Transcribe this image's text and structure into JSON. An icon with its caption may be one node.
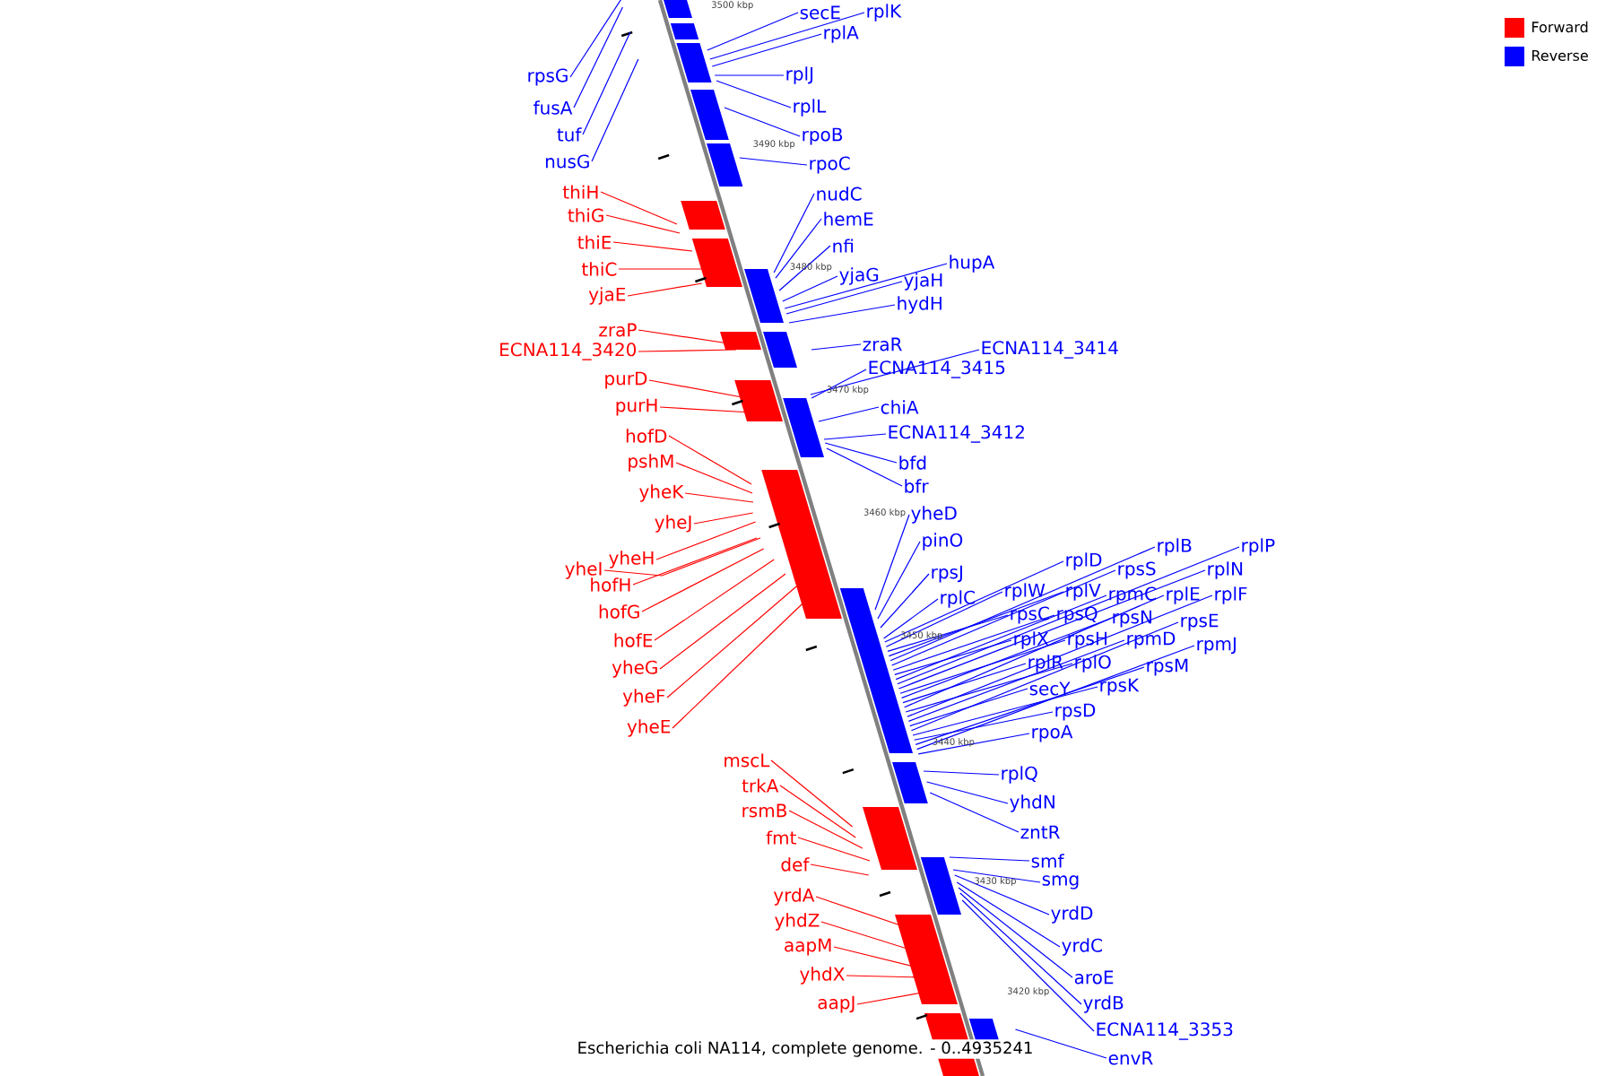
{
  "diagram": {
    "caption": "Escherichia coli NA114, complete genome. - 0..4935241",
    "nodes": [
      {
        "text": [
          "rpsG"
        ]
      },
      {
        "text": [
          "fusA"
        ]
      },
      {
        "text": [
          "tuf"
        ]
      },
      {
        "text": [
          "nusG"
        ]
      },
      {
        "text": [
          "thiH"
        ]
      },
      {
        "text": [
          "thiG"
        ]
      },
      {
        "text": [
          "thiE"
        ]
      },
      {
        "text": [
          "thiC"
        ]
      },
      {
        "text": [
          "yjaE"
        ]
      },
      {
        "text": [
          "zraP"
        ]
      },
      {
        "text": [
          "ECNA114_3420"
        ]
      },
      {
        "text": [
          "purD"
        ]
      },
      {
        "text": [
          "purH"
        ]
      },
      {
        "text": [
          "hofD"
        ]
      },
      {
        "text": [
          "pshM"
        ]
      },
      {
        "text": [
          "yheK"
        ]
      },
      {
        "text": [
          "yheJ"
        ]
      },
      {
        "text": [
          "yheI"
        ]
      },
      {
        "text": [
          "yheH"
        ]
      },
      {
        "text": [
          "hofH"
        ]
      },
      {
        "text": [
          "hofG"
        ]
      },
      {
        "text": [
          "hofE"
        ]
      },
      {
        "text": [
          "yheG"
        ]
      },
      {
        "text": [
          "yheF"
        ]
      },
      {
        "text": [
          "yheE"
        ]
      },
      {
        "text": [
          "mscL"
        ]
      },
      {
        "text": [
          "trkA"
        ]
      },
      {
        "text": [
          "rsmB"
        ]
      },
      {
        "text": [
          "fmt"
        ]
      },
      {
        "text": [
          "def"
        ]
      },
      {
        "text": [
          "yrdA"
        ]
      },
      {
        "text": [
          "yhdZ"
        ]
      },
      {
        "text": [
          "aapM"
        ]
      },
      {
        "text": [
          "yhdX"
        ]
      },
      {
        "text": [
          "aapJ"
        ]
      },
      {
        "text": [
          "secE"
        ]
      },
      {
        "text": [
          "rplK"
        ]
      },
      {
        "text": [
          "rplA"
        ]
      },
      {
        "text": [
          "rplJ"
        ]
      },
      {
        "text": [
          "rplL"
        ]
      },
      {
        "text": [
          "rpoB"
        ]
      },
      {
        "text": [
          "rpoC"
        ]
      },
      {
        "text": [
          "nudC"
        ]
      },
      {
        "text": [
          "hemE"
        ]
      },
      {
        "text": [
          "nfi"
        ]
      },
      {
        "text": [
          "yjaG"
        ]
      },
      {
        "text": [
          "hupA"
        ]
      },
      {
        "text": [
          "yjaH"
        ]
      },
      {
        "text": [
          "hydH"
        ]
      },
      {
        "text": [
          "zraR"
        ]
      },
      {
        "text": [
          "ECNA114_3414"
        ]
      },
      {
        "text": [
          "ECNA114_3415"
        ]
      },
      {
        "text": [
          "chiA"
        ]
      },
      {
        "text": [
          "ECNA114_3412"
        ]
      },
      {
        "text": [
          "bfd"
        ]
      },
      {
        "text": [
          "bfr"
        ]
      },
      {
        "text": [
          "yheD"
        ]
      },
      {
        "text": [
          "pinO"
        ]
      },
      {
        "text": [
          "rpsJ"
        ]
      },
      {
        "text": [
          "rplC"
        ]
      },
      {
        "text": [
          "rplD"
        ]
      },
      {
        "text": [
          "rplB"
        ]
      },
      {
        "text": [
          "rplP"
        ]
      },
      {
        "text": [
          "rplW"
        ]
      },
      {
        "text": [
          "rpsS"
        ]
      },
      {
        "text": [
          "rplN"
        ]
      },
      {
        "text": [
          "rplV"
        ]
      },
      {
        "text": [
          "rpmC"
        ]
      },
      {
        "text": [
          "rplE"
        ]
      },
      {
        "text": [
          "rplF"
        ]
      },
      {
        "text": [
          "rpsC"
        ]
      },
      {
        "text": [
          "rpsQ"
        ]
      },
      {
        "text": [
          "rpsN"
        ]
      },
      {
        "text": [
          "rpsE"
        ]
      },
      {
        "text": [
          "rplX"
        ]
      },
      {
        "text": [
          "rpsH"
        ]
      },
      {
        "text": [
          "rpmD"
        ]
      },
      {
        "text": [
          "rpmJ"
        ]
      },
      {
        "text": [
          "rplR"
        ]
      },
      {
        "text": [
          "rplO"
        ]
      },
      {
        "text": [
          "rpsM"
        ]
      },
      {
        "text": [
          "secY"
        ]
      },
      {
        "text": [
          "rpsK"
        ]
      },
      {
        "text": [
          "rpsD"
        ]
      },
      {
        "text": [
          "rpoA"
        ]
      },
      {
        "text": [
          "rplQ"
        ]
      },
      {
        "text": [
          "yhdN"
        ]
      },
      {
        "text": [
          "zntR"
        ]
      },
      {
        "text": [
          "smf"
        ]
      },
      {
        "text": [
          "smg"
        ]
      },
      {
        "text": [
          "yrdD"
        ]
      },
      {
        "text": [
          "yrdC"
        ]
      },
      {
        "text": [
          "aroE"
        ]
      },
      {
        "text": [
          "yrdB"
        ]
      },
      {
        "text": [
          "ECNA114_3353"
        ]
      },
      {
        "text": [
          "envR"
        ]
      }
    ],
    "edges": [
      {
        "from": 0,
        "to": null,
        "arrow": "none",
        "color": "#0000ff"
      },
      {
        "from": 1,
        "to": null,
        "arrow": "none",
        "color": "#0000ff"
      },
      {
        "from": 2,
        "to": null,
        "arrow": "none",
        "color": "#0000ff"
      },
      {
        "from": 3,
        "to": null,
        "arrow": "none",
        "color": "#0000ff"
      },
      {
        "from": 4,
        "to": null,
        "arrow": "none",
        "color": "#ff0000"
      },
      {
        "from": 5,
        "to": null,
        "arrow": "none",
        "color": "#ff0000"
      },
      {
        "from": 6,
        "to": null,
        "arrow": "none",
        "color": "#ff0000"
      },
      {
        "from": 7,
        "to": null,
        "arrow": "none",
        "color": "#ff0000"
      },
      {
        "from": 8,
        "to": null,
        "arrow": "none",
        "color": "#ff0000"
      },
      {
        "from": 9,
        "to": null,
        "arrow": "none",
        "color": "#ff0000"
      },
      {
        "from": 10,
        "to": null,
        "arrow": "none",
        "color": "#ff0000"
      },
      {
        "from": 11,
        "to": null,
        "arrow": "none",
        "color": "#ff0000"
      },
      {
        "from": 12,
        "to": null,
        "arrow": "none",
        "color": "#ff0000"
      },
      {
        "from": 13,
        "to": null,
        "arrow": "none",
        "color": "#ff0000"
      },
      {
        "from": 14,
        "to": null,
        "arrow": "none",
        "color": "#ff0000"
      },
      {
        "from": 15,
        "to": null,
        "arrow": "none",
        "color": "#ff0000"
      },
      {
        "from": 16,
        "to": null,
        "arrow": "none",
        "color": "#ff0000"
      },
      {
        "from": 17,
        "to": null,
        "arrow": "none",
        "color": "#ff0000"
      },
      {
        "from": 18,
        "to": null,
        "arrow": "none",
        "color": "#ff0000"
      },
      {
        "from": 19,
        "to": null,
        "arrow": "none",
        "color": "#ff0000"
      },
      {
        "from": 20,
        "to": null,
        "arrow": "none",
        "color": "#ff0000"
      },
      {
        "from": 21,
        "to": null,
        "arrow": "none",
        "color": "#ff0000"
      },
      {
        "from": 22,
        "to": null,
        "arrow": "none",
        "color": "#ff0000"
      },
      {
        "from": 23,
        "to": null,
        "arrow": "none",
        "color": "#ff0000"
      },
      {
        "from": 24,
        "to": null,
        "arrow": "none",
        "color": "#ff0000"
      },
      {
        "from": 25,
        "to": null,
        "arrow": "none",
        "color": "#ff0000"
      },
      {
        "from": 26,
        "to": null,
        "arrow": "none",
        "color": "#ff0000"
      },
      {
        "from": 27,
        "to": null,
        "arrow": "none",
        "color": "#ff0000"
      },
      {
        "from": 28,
        "to": null,
        "arrow": "none",
        "color": "#ff0000"
      },
      {
        "from": 29,
        "to": null,
        "arrow": "none",
        "color": "#ff0000"
      },
      {
        "from": 30,
        "to": null,
        "arrow": "none",
        "color": "#ff0000"
      },
      {
        "from": 31,
        "to": null,
        "arrow": "none",
        "color": "#ff0000"
      },
      {
        "from": 32,
        "to": null,
        "arrow": "none",
        "color": "#ff0000"
      },
      {
        "from": 33,
        "to": null,
        "arrow": "none",
        "color": "#ff0000"
      },
      {
        "from": 34,
        "to": null,
        "arrow": "none",
        "color": "#ff0000"
      },
      {
        "from": 35,
        "to": null,
        "arrow": "none",
        "color": "#0000ff"
      },
      {
        "from": 36,
        "to": null,
        "arrow": "none",
        "color": "#0000ff"
      },
      {
        "from": 37,
        "to": null,
        "arrow": "none",
        "color": "#0000ff"
      },
      {
        "from": 38,
        "to": null,
        "arrow": "none",
        "color": "#0000ff"
      },
      {
        "from": 39,
        "to": null,
        "arrow": "none",
        "color": "#0000ff"
      },
      {
        "from": 40,
        "to": null,
        "arrow": "none",
        "color": "#0000ff"
      },
      {
        "from": 41,
        "to": null,
        "arrow": "none",
        "color": "#0000ff"
      },
      {
        "from": 42,
        "to": null,
        "arrow": "none",
        "color": "#0000ff"
      },
      {
        "from": 43,
        "to": null,
        "arrow": "none",
        "color": "#0000ff"
      },
      {
        "from": 44,
        "to": null,
        "arrow": "none",
        "color": "#0000ff"
      },
      {
        "from": 45,
        "to": null,
        "arrow": "none",
        "color": "#0000ff"
      },
      {
        "from": 46,
        "to": null,
        "arrow": "none",
        "color": "#0000ff"
      },
      {
        "from": 47,
        "to": null,
        "arrow": "none",
        "color": "#0000ff"
      },
      {
        "from": 48,
        "to": null,
        "arrow": "none",
        "color": "#0000ff"
      },
      {
        "from": 49,
        "to": null,
        "arrow": "none",
        "color": "#0000ff"
      },
      {
        "from": 50,
        "to": null,
        "arrow": "none",
        "color": "#0000ff"
      },
      {
        "from": 51,
        "to": null,
        "arrow": "none",
        "color": "#0000ff"
      },
      {
        "from": 52,
        "to": null,
        "arrow": "none",
        "color": "#0000ff"
      },
      {
        "from": 53,
        "to": null,
        "arrow": "none",
        "color": "#0000ff"
      },
      {
        "from": 54,
        "to": null,
        "arrow": "none",
        "color": "#0000ff"
      },
      {
        "from": 55,
        "to": null,
        "arrow": "none",
        "color": "#0000ff"
      },
      {
        "from": 56,
        "to": null,
        "arrow": "none",
        "color": "#0000ff"
      },
      {
        "from": 57,
        "to": null,
        "arrow": "none",
        "color": "#0000ff"
      },
      {
        "from": 58,
        "to": null,
        "arrow": "none",
        "color": "#0000ff"
      },
      {
        "from": 59,
        "to": null,
        "arrow": "none",
        "color": "#0000ff"
      },
      {
        "from": 60,
        "to": null,
        "arrow": "none",
        "color": "#0000ff"
      },
      {
        "from": 61,
        "to": null,
        "arrow": "none",
        "color": "#0000ff"
      },
      {
        "from": 62,
        "to": null,
        "arrow": "none",
        "color": "#0000ff"
      },
      {
        "from": 63,
        "to": null,
        "arrow": "none",
        "color": "#0000ff"
      },
      {
        "from": 64,
        "to": null,
        "arrow": "none",
        "color": "#0000ff"
      },
      {
        "from": 65,
        "to": null,
        "arrow": "none",
        "color": "#0000ff"
      },
      {
        "from": 66,
        "to": null,
        "arrow": "none",
        "color": "#0000ff"
      },
      {
        "from": 67,
        "to": null,
        "arrow": "none",
        "color": "#0000ff"
      },
      {
        "from": 68,
        "to": null,
        "arrow": "none",
        "color": "#0000ff"
      },
      {
        "from": 69,
        "to": null,
        "arrow": "none",
        "color": "#0000ff"
      },
      {
        "from": 70,
        "to": null,
        "arrow": "none",
        "color": "#0000ff"
      },
      {
        "from": 71,
        "to": null,
        "arrow": "none",
        "color": "#0000ff"
      },
      {
        "from": 72,
        "to": null,
        "arrow": "none",
        "color": "#0000ff"
      },
      {
        "from": 73,
        "to": null,
        "arrow": "none",
        "color": "#0000ff"
      },
      {
        "from": 74,
        "to": null,
        "arrow": "none",
        "color": "#0000ff"
      },
      {
        "from": 75,
        "to": null,
        "arrow": "none",
        "color": "#0000ff"
      },
      {
        "from": 76,
        "to": null,
        "arrow": "none",
        "color": "#0000ff"
      },
      {
        "from": 77,
        "to": null,
        "arrow": "none",
        "color": "#0000ff"
      },
      {
        "from": 78,
        "to": null,
        "arrow": "none",
        "color": "#0000ff"
      },
      {
        "from": 79,
        "to": null,
        "arrow": "none",
        "color": "#0000ff"
      },
      {
        "from": 80,
        "to": null,
        "arrow": "none",
        "color": "#0000ff"
      },
      {
        "from": 81,
        "to": null,
        "arrow": "none",
        "color": "#0000ff"
      },
      {
        "from": 82,
        "to": null,
        "arrow": "none",
        "color": "#0000ff"
      },
      {
        "from": 83,
        "to": null,
        "arrow": "none",
        "color": "#0000ff"
      },
      {
        "from": 84,
        "to": null,
        "arrow": "none",
        "color": "#0000ff"
      },
      {
        "from": 85,
        "to": null,
        "arrow": "none",
        "color": "#0000ff"
      },
      {
        "from": 86,
        "to": null,
        "arrow": "none",
        "color": "#0000ff"
      },
      {
        "from": 87,
        "to": null,
        "arrow": "none",
        "color": "#0000ff"
      },
      {
        "from": 88,
        "to": null,
        "arrow": "none",
        "color": "#0000ff"
      },
      {
        "from": 89,
        "to": null,
        "arrow": "none",
        "color": "#0000ff"
      },
      {
        "from": 90,
        "to": null,
        "arrow": "none",
        "color": "#0000ff"
      },
      {
        "from": 91,
        "to": null,
        "arrow": "none",
        "color": "#0000ff"
      },
      {
        "from": 92,
        "to": null,
        "arrow": "none",
        "color": "#0000ff"
      },
      {
        "from": 93,
        "to": null,
        "arrow": "none",
        "color": "#0000ff"
      },
      {
        "from": 94,
        "to": null,
        "arrow": "none",
        "color": "#0000ff"
      },
      {
        "from": 95,
        "to": null,
        "arrow": "none",
        "color": "#0000ff"
      }
    ],
    "labels": [
      "3500 kbp",
      "3490 kbp",
      "3480 kbp",
      "3470 kbp",
      "3460 kbp",
      "3450 kbp",
      "3440 kbp",
      "3430 kbp",
      "3420 kbp"
    ],
    "legend": [
      {
        "text": "Forward",
        "color": "#ff0000"
      },
      {
        "text": "Reverse",
        "color": "#0000ff"
      }
    ]
  }
}
